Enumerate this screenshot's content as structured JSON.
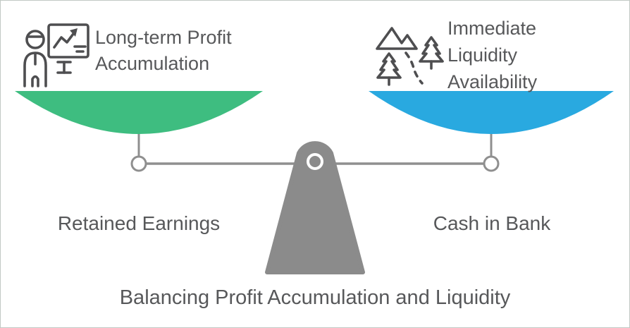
{
  "scale": {
    "left": {
      "heading": "Long-term Profit Accumulation",
      "pan_label": "Retained Earnings",
      "icon": "presenter-whiteboard-chart-icon"
    },
    "right": {
      "heading": "Immediate Liquidity Availability",
      "pan_label": "Cash in Bank",
      "icon": "mountains-trees-trail-icon"
    },
    "caption": "Balancing Profit Accumulation and Liquidity"
  },
  "colors": {
    "pan_left": "#3EBD80",
    "pan_right": "#29A9E0",
    "fulcrum": "#8B8B8B",
    "beam": "#8F8F8F",
    "text": "#57585A"
  }
}
